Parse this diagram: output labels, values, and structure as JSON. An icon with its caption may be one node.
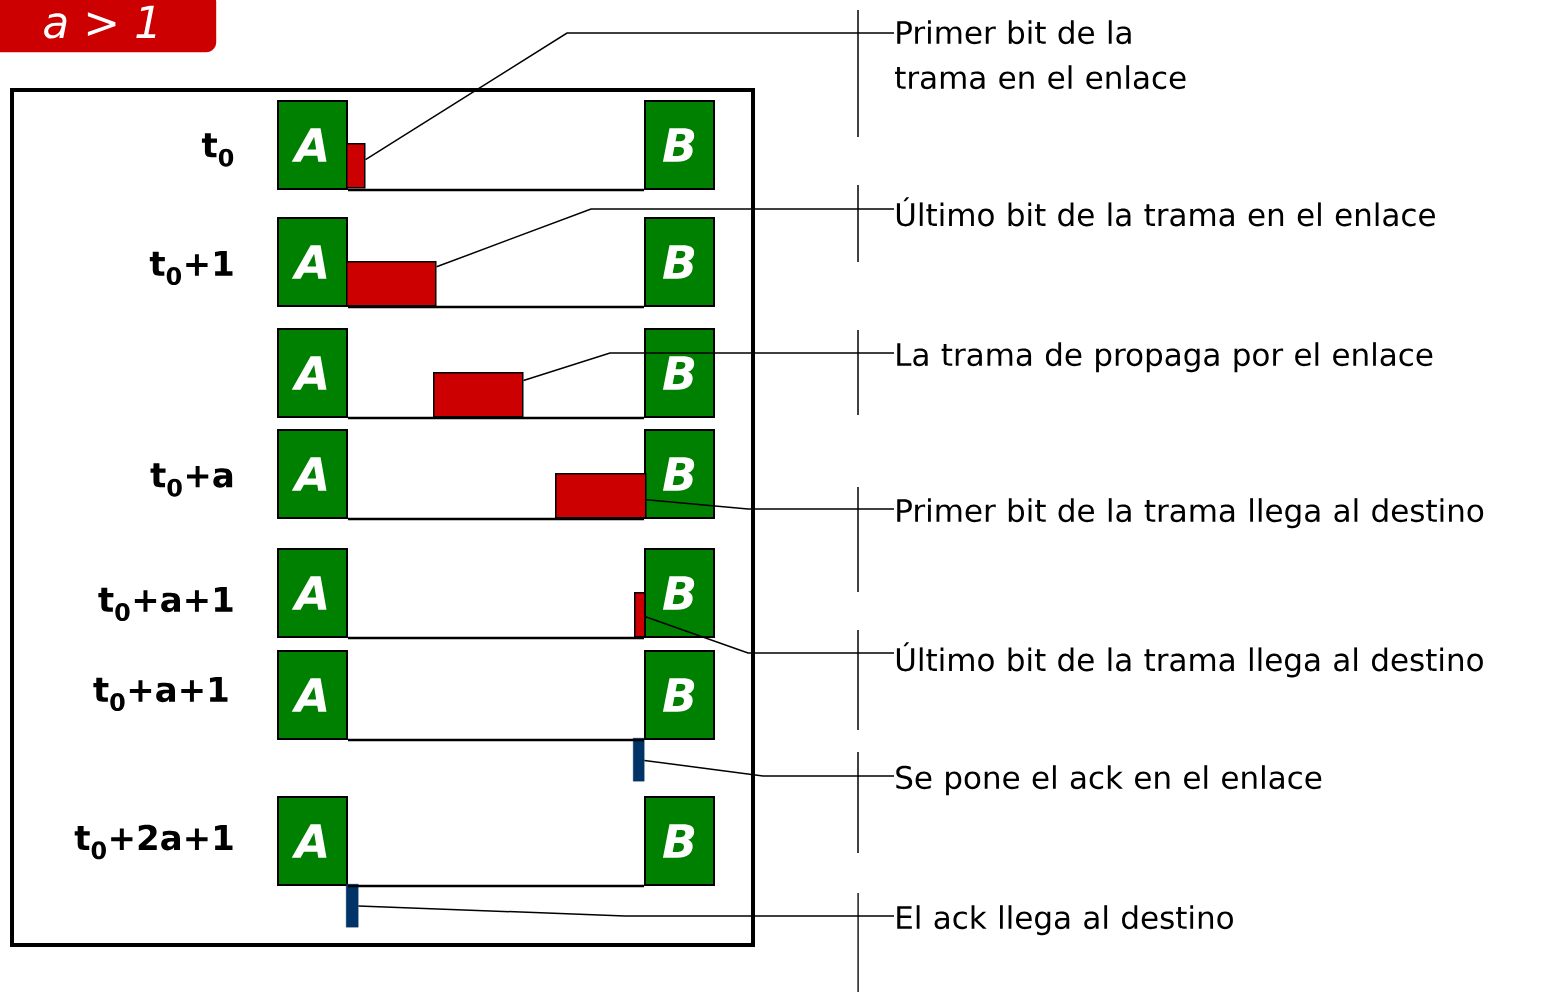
{
  "diagram": {
    "nodes": [
      {
        "text": [
          "a > 1"
        ]
      },
      {
        "text": [],
        "shape": "box"
      },
      {
        "text": [
          "A"
        ],
        "in": 1
      },
      {
        "text": [
          "B"
        ],
        "in": 1
      },
      {
        "text": [],
        "shape": "bar",
        "in": 1
      },
      {
        "text": [
          "A"
        ],
        "in": 1
      },
      {
        "text": [
          "B"
        ],
        "in": 1
      },
      {
        "text": [],
        "shape": "bar",
        "in": 1
      },
      {
        "text": [
          "A"
        ],
        "in": 1
      },
      {
        "text": [
          "B"
        ],
        "in": 1
      },
      {
        "text": [],
        "shape": "bar",
        "in": 1
      },
      {
        "text": [
          "A"
        ],
        "in": 1
      },
      {
        "text": [
          "B"
        ],
        "in": 1
      },
      {
        "text": [],
        "shape": "bar",
        "in": 1
      },
      {
        "text": [
          "A"
        ],
        "in": 1
      },
      {
        "text": [
          "B"
        ],
        "in": 1
      },
      {
        "text": [],
        "shape": "bar",
        "in": 1
      },
      {
        "text": [
          "A"
        ],
        "in": 1
      },
      {
        "text": [
          "B"
        ],
        "in": 1
      },
      {
        "text": [],
        "shape": "bar",
        "in": 1
      },
      {
        "text": [
          "A"
        ],
        "in": 1
      },
      {
        "text": [
          "B"
        ],
        "in": 1
      },
      {
        "text": [],
        "shape": "bar",
        "in": 1
      },
      {
        "text": [
          "Primer bit de la trama en el enlace"
        ]
      },
      {
        "text": [
          "Último bit de la trama en el enlace"
        ]
      },
      {
        "text": [
          "La trama de propaga por el enlace"
        ]
      },
      {
        "text": [
          "Primer bit de la trama llega al destino"
        ]
      },
      {
        "text": [
          "Último bit de la trama llega al destino"
        ]
      },
      {
        "text": [
          "Se pone el ack en el enlace"
        ]
      },
      {
        "text": [
          "El ack llega al destino"
        ]
      }
    ],
    "edges": [
      {
        "from": 2,
        "to": 3,
        "arrow": "none"
      },
      {
        "from": 5,
        "to": 6,
        "arrow": "none"
      },
      {
        "from": 8,
        "to": 9,
        "arrow": "none"
      },
      {
        "from": 11,
        "to": 12,
        "arrow": "none"
      },
      {
        "from": 14,
        "to": 15,
        "arrow": "none"
      },
      {
        "from": 17,
        "to": 18,
        "arrow": "none"
      },
      {
        "from": 20,
        "to": 21,
        "arrow": "none"
      },
      {
        "from": 23,
        "to": 4,
        "arrow": "none"
      },
      {
        "from": 24,
        "to": 7,
        "arrow": "none"
      },
      {
        "from": 25,
        "to": 10,
        "arrow": "none"
      },
      {
        "from": 26,
        "to": 13,
        "arrow": "none"
      },
      {
        "from": 27,
        "to": 16,
        "arrow": "none"
      },
      {
        "from": 28,
        "to": 19,
        "arrow": "none"
      },
      {
        "from": 29,
        "to": 22,
        "arrow": "none"
      }
    ],
    "labels": [
      "t$_{0}$",
      "t$_{0}$+1",
      "t$_{0}$+a",
      "t$_{0}$+a+1",
      "t$_{0}$+a+1",
      "t$_{0}$+2a+1"
    ]
  }
}
